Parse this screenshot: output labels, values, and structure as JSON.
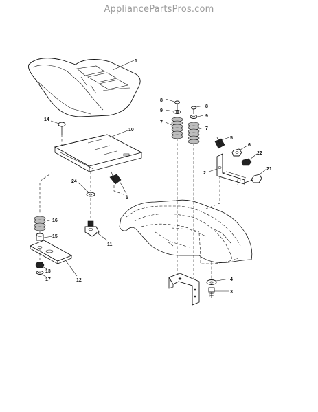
{
  "watermark": "AppliancePartsPros.com",
  "callouts": {
    "seat": "1",
    "seat_pan": "10",
    "bolt_14": "14",
    "washer_24": "24",
    "clip_5_left": "5",
    "spring_16": "16",
    "bracket_15": "15",
    "plate_12": "12",
    "nut_13": "13",
    "washer_17": "17",
    "knob_11": "11",
    "screw_8_left": "8",
    "washer_9_left": "9",
    "spring_7_left": "7",
    "screw_8_right": "8",
    "washer_9_right": "9",
    "spring_7_right": "7",
    "clip_5_right": "5",
    "nut_6": "6",
    "nut_22": "22",
    "bracket_2": "2",
    "bolt_21": "21",
    "washer_4": "4",
    "bolt_3": "3"
  }
}
